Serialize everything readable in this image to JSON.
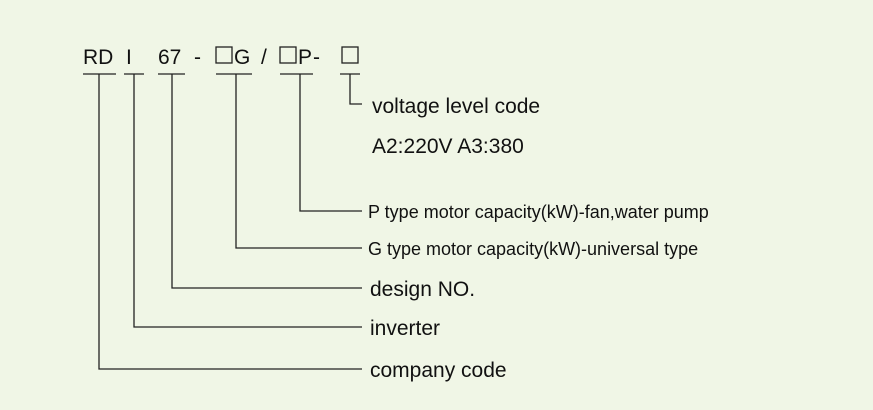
{
  "code": {
    "rd": "RD",
    "i": "I",
    "num": "67",
    "dash1": "-",
    "g": "G",
    "slash": "/",
    "p": "P",
    "dash2": "-"
  },
  "labels": {
    "voltage_title": "voltage level code",
    "voltage_values": "A2:220V A3:380",
    "p_type": "P type motor capacity(kW)-fan,water pump",
    "g_type": "G type motor capacity(kW)-universal type",
    "design": "design NO.",
    "inverter": "inverter",
    "company": "company code"
  }
}
